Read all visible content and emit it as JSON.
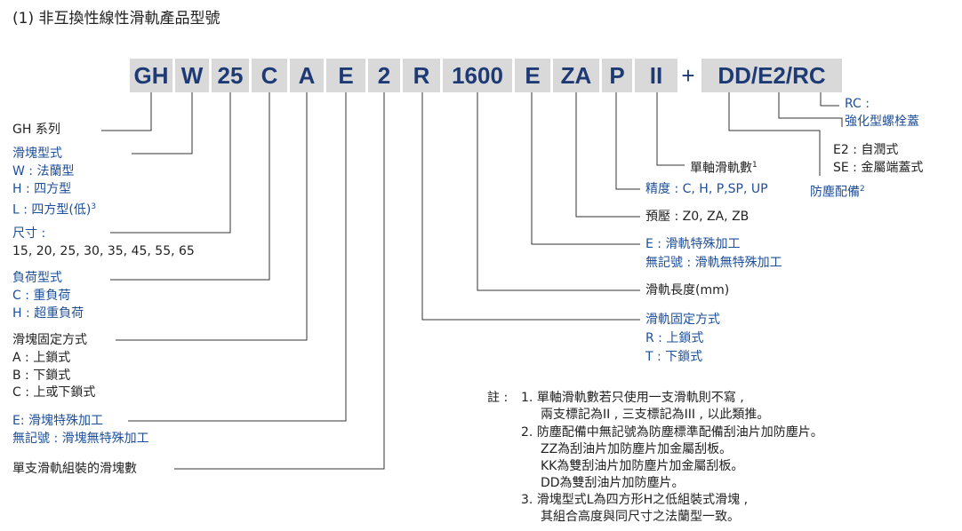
{
  "title": "(1) 非互換性線性滑軌產品型號",
  "code": [
    "GH",
    "W",
    "25",
    "C",
    "A",
    "E",
    "2",
    "R",
    "1600",
    "E",
    "ZA",
    "P",
    "II",
    "+",
    "DD/E2/RC"
  ],
  "labels": {
    "gh": "GH 系列",
    "block_type": {
      "title": "滑塊型式",
      "l1": "W : 法蘭型",
      "l2": "H : 四方型",
      "l3": "L : 四方型(低)",
      "sup": "3"
    },
    "size": {
      "title": "尺寸 :",
      "l1": "15, 20, 25, 30, 35, 45, 55, 65"
    },
    "load": {
      "title": "負荷型式",
      "l1": "C : 重負荷",
      "l2": "H : 超重負荷"
    },
    "fix": {
      "title": "滑塊固定方式",
      "l1": "A : 上鎖式",
      "l2": "B : 下鎖式",
      "l3": "C : 上或下鎖式"
    },
    "block_special": {
      "l1": "E: 滑塊特殊加工",
      "l2": "無記號 : 滑塊無特殊加工"
    },
    "qty": "單支滑軌組裝的滑塊數",
    "rail_fix": {
      "title": "滑軌固定方式",
      "l1": "R : 上鎖式",
      "l2": "T : 下鎖式"
    },
    "length": "滑軌長度(mm)",
    "rail_special": {
      "l1": "E : 滑軌特殊加工",
      "l2": "無記號 : 滑軌無特殊加工"
    },
    "preload": "預壓 : Z0, ZA, ZB",
    "precision": "精度 : C, H, P,SP, UP",
    "rails": {
      "text": "單軸滑軌數",
      "sup": "1"
    },
    "dust": {
      "text": "防塵配備",
      "sup": "2"
    },
    "e2": {
      "l1": "E2 : 自潤式",
      "l2": "SE : 金屬端蓋式"
    },
    "rc": {
      "l1": "RC :",
      "l2": "強化型螺栓蓋"
    }
  },
  "notes": {
    "head": "註 :",
    "n1a": "1. 單軸滑軌數若只使用一支滑軌則不寫 ,",
    "n1b": "兩支標記為II , 三支標記為III , 以此類推。",
    "n2a": "2. 防塵配備中無記號為防塵標準配備刮油片加防塵片。",
    "n2b": "ZZ為刮油片加防塵片加金屬刮板。",
    "n2c": "KK為雙刮油片加防塵片加金屬刮板。",
    "n2d": "DD為雙刮油片加防塵片。",
    "n3a": "3. 滑塊型式L為四方形H之低組裝式滑塊 ,",
    "n3b": "其組合高度與同尺寸之法蘭型一致。"
  }
}
